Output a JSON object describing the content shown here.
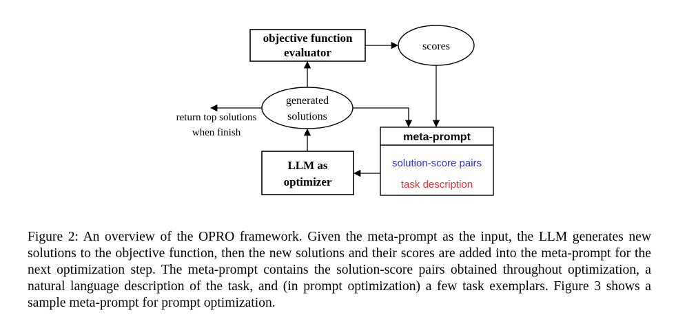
{
  "diagram": {
    "nodes": {
      "evaluator": {
        "lines": [
          "objective function",
          "evaluator"
        ]
      },
      "scores": {
        "label": "scores"
      },
      "generated": {
        "lines": [
          "generated",
          "solutions"
        ]
      },
      "llm": {
        "lines": [
          "LLM as",
          "optimizer"
        ]
      },
      "meta": {
        "title": "meta-prompt",
        "pairs": "solution-score pairs",
        "task": "task description"
      },
      "return": {
        "lines": [
          "return top solutions",
          "when finish"
        ]
      }
    },
    "colors": {
      "pairs": "#2e2ee6",
      "task": "#ee2b2b"
    }
  },
  "caption": "Figure 2: An overview of the OPRO framework. Given the meta-prompt as the input, the LLM generates new solutions to the objective function, then the new solutions and their scores are added into the meta-prompt for the next optimization step. The meta-prompt contains the solution-score pairs obtained throughout optimization, a natural language description of the task, and (in prompt optimization) a few task exemplars. Figure 3 shows a sample meta-prompt for prompt optimization."
}
